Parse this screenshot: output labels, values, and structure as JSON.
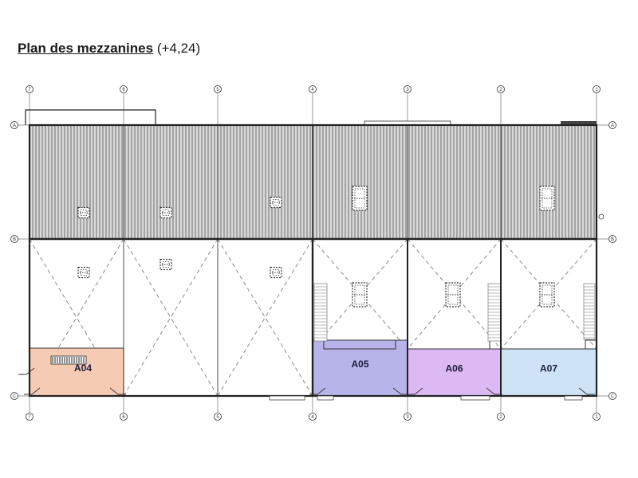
{
  "title": {
    "main": "Plan des mezzanines",
    "level": "(+4,24)"
  },
  "grid": {
    "columns_top": [
      "7",
      "6",
      "5",
      "4",
      "3",
      "2",
      "1"
    ],
    "columns_bottom": [
      "7",
      "6",
      "5",
      "4",
      "3",
      "2",
      "1"
    ],
    "rows_left": [
      "A",
      "B",
      "C"
    ],
    "rows_right": [
      "A",
      "B",
      "C"
    ]
  },
  "units": [
    {
      "id": "A04",
      "label": "A04",
      "color": "#f6cbb4"
    },
    {
      "id": "A05",
      "label": "A05",
      "color": "#b7b4ea"
    },
    {
      "id": "A06",
      "label": "A06",
      "color": "#dcb9f3"
    },
    {
      "id": "A07",
      "label": "A07",
      "color": "#cfe3f7"
    }
  ],
  "colors": {
    "roof_stripes": "#7a7a7a",
    "walls": "#222222",
    "void_dash": "#8a8a8a"
  },
  "icons": {
    "opening": "skylight-icon",
    "stair": "stair-icon",
    "door": "door-icon",
    "grid_bubble": "grid-bubble-icon"
  }
}
